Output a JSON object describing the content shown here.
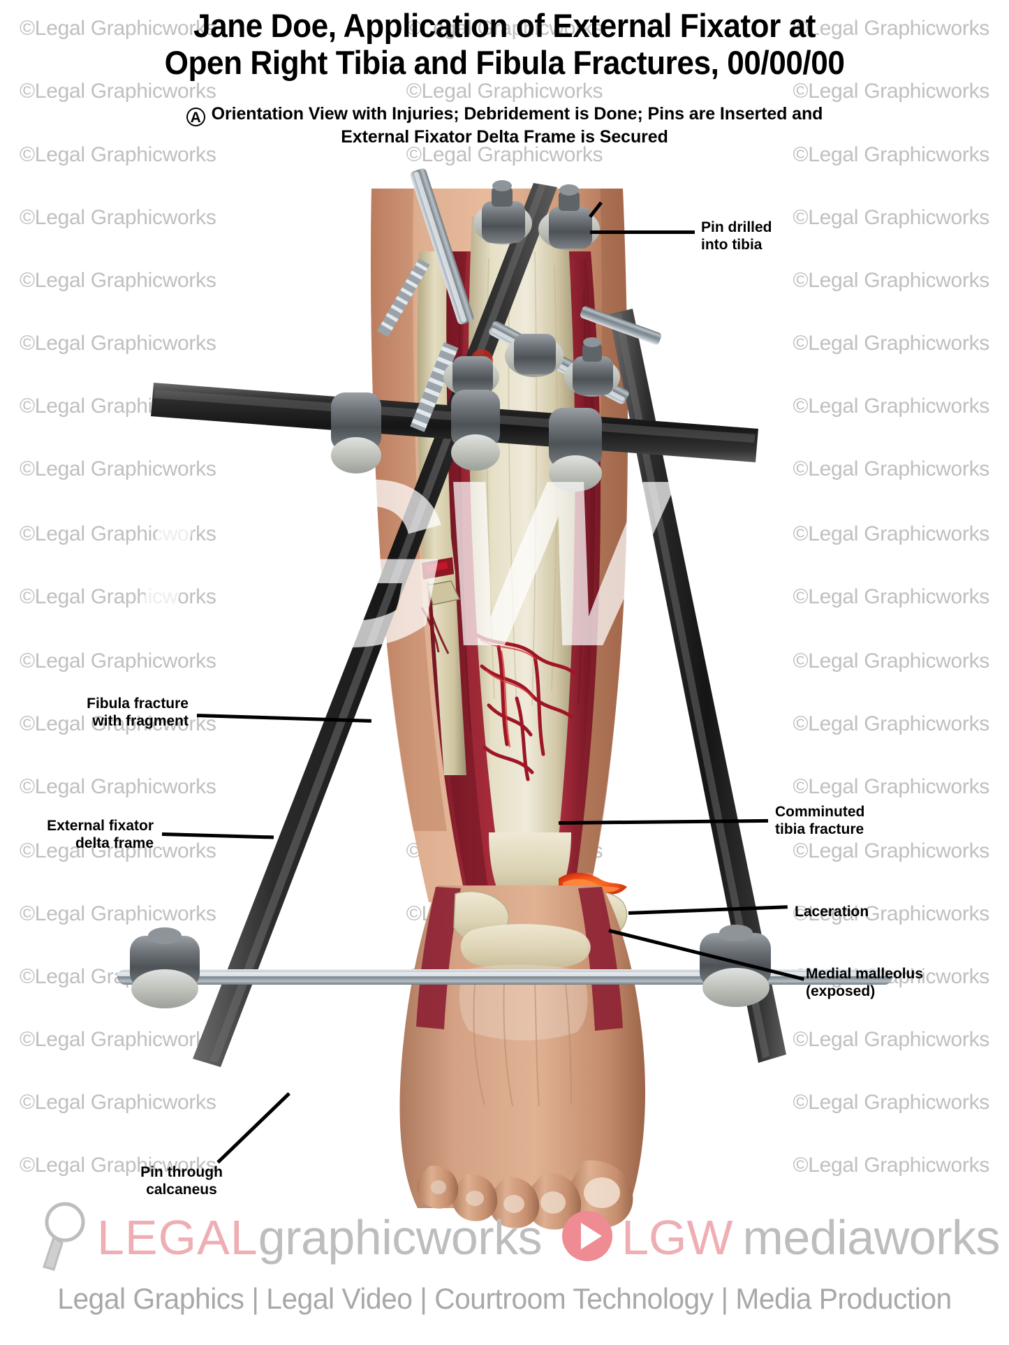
{
  "document": {
    "title_line1": "Jane Doe, Application of External Fixator at",
    "title_line2": "Open Right Tibia and Fibula Fractures, 00/00/00",
    "panel_letter": "A",
    "subtitle_line1": "Orientation View with Injuries; Debridement is Done; Pins are Inserted and",
    "subtitle_line2": "External Fixator Delta Frame is Secured"
  },
  "callouts": [
    {
      "id": "pin-drilled-into-tibia",
      "text": "Pin drilled\ninto tibia",
      "align": "left"
    },
    {
      "id": "fibula-fracture-with-fragment",
      "text": "Fibula fracture\nwith fragment",
      "align": "right"
    },
    {
      "id": "external-fixator-delta-frame",
      "text": "External fixator\ndelta frame",
      "align": "right"
    },
    {
      "id": "comminuted-tibia-fracture",
      "text": "Comminuted\ntibia fracture",
      "align": "left"
    },
    {
      "id": "laceration",
      "text": "Laceration",
      "align": "left"
    },
    {
      "id": "medial-malleolus-exposed",
      "text": "Medial malleolus\n(exposed)",
      "align": "left"
    },
    {
      "id": "pin-through-calcaneus",
      "text": "Pin through\ncalcaneus",
      "align": "center"
    }
  ],
  "watermark": {
    "tile_text": "©Legal Graphicworks",
    "big_text": "LGW"
  },
  "footer": {
    "legal_word": "LEGAL",
    "graphicworks_word": "graphicworks",
    "lgw_word": "LGW",
    "mediaworks_word": "mediaworks",
    "tagline": "Legal Graphics | Legal Video | Courtroom Technology | Media Production"
  },
  "colors": {
    "brand_pink": "#eeaeb3",
    "brand_gray": "#bdbdbd",
    "watermark_gray": "#bfbfbf",
    "skin": "#d9a183",
    "skin_dark": "#b07a5f",
    "muscle_red": "#8e2130",
    "bone": "#ded8bd",
    "metal_dark": "#3a3a3a",
    "metal_light": "#b9c2c8",
    "blood": "#c0182a",
    "laceration_orange": "#f3541c",
    "text_black": "#000000"
  }
}
